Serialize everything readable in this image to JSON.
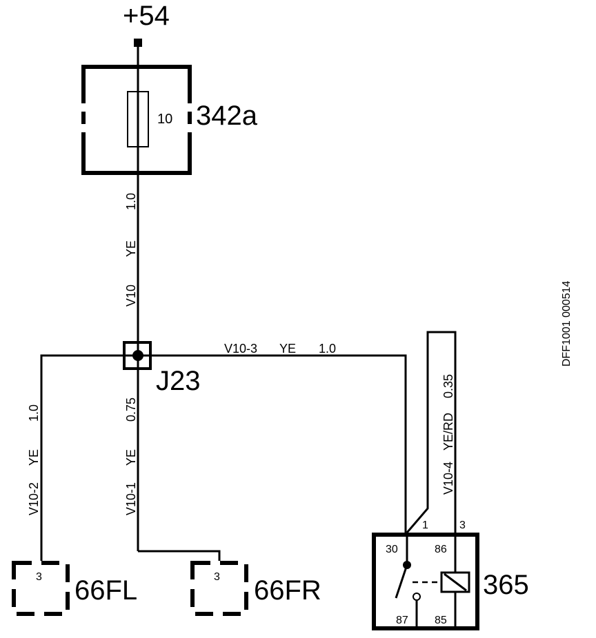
{
  "supply": {
    "label": "+54"
  },
  "fuse": {
    "id": "342a",
    "rating": "10"
  },
  "wires": {
    "main": {
      "circuit": "V10",
      "color": "YE",
      "size": "1.0"
    },
    "right": {
      "circuit": "V10-3",
      "color": "YE",
      "size": "1.0"
    },
    "left": {
      "circuit": "V10-2",
      "color": "YE",
      "size": "1.0"
    },
    "center": {
      "circuit": "V10-1",
      "color": "YE",
      "size": "0.75"
    },
    "relay_coil": {
      "circuit": "V10-4",
      "color": "YE/RD",
      "size": "0.35"
    }
  },
  "junction": {
    "id": "J23"
  },
  "connectors": {
    "left": {
      "id": "66FL",
      "pin": "3"
    },
    "right": {
      "id": "66FR",
      "pin": "3"
    }
  },
  "relay": {
    "id": "365",
    "pins": {
      "p30": "30",
      "p86": "86",
      "p87": "87",
      "p85": "85"
    },
    "ext_pins": {
      "a": "1",
      "b": "3"
    }
  },
  "doc_ref": "DFF1001 000514"
}
